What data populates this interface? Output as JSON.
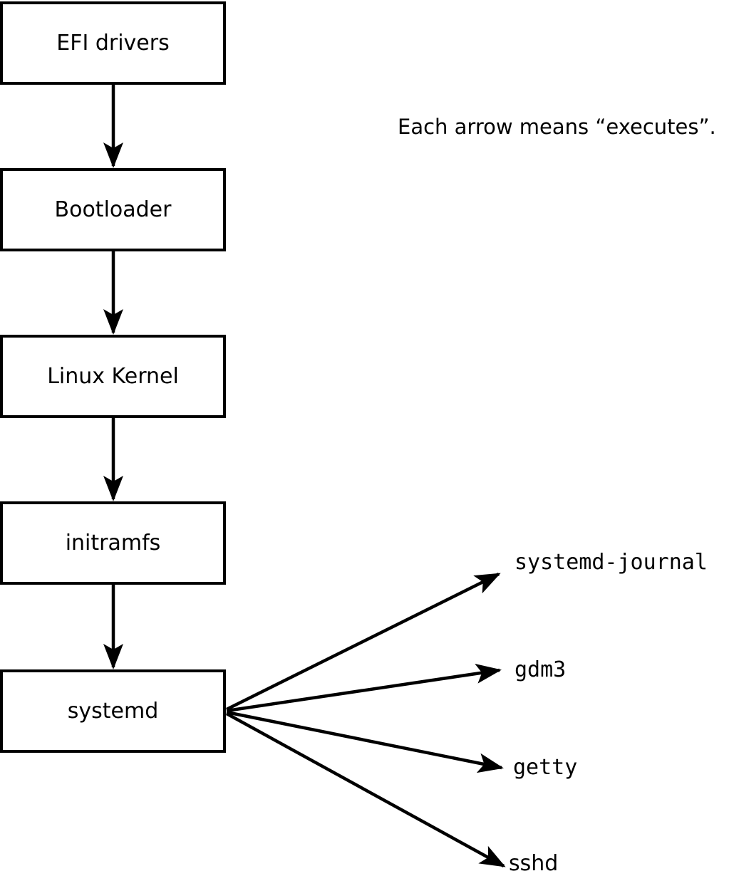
{
  "caption": {
    "text": "Each arrow means “executes”."
  },
  "nodes": [
    {
      "id": "efi-drivers",
      "label": "EFI drivers"
    },
    {
      "id": "bootloader",
      "label": "Bootloader"
    },
    {
      "id": "linux-kernel",
      "label": "Linux Kernel"
    },
    {
      "id": "initramfs",
      "label": "initramfs"
    },
    {
      "id": "systemd",
      "label": "systemd"
    }
  ],
  "leaves": [
    {
      "id": "systemd-journal",
      "label": "systemd-journal"
    },
    {
      "id": "gdm3",
      "label": "gdm3"
    },
    {
      "id": "getty",
      "label": "getty"
    },
    {
      "id": "sshd",
      "label": "sshd"
    }
  ],
  "edges": [
    {
      "from": "EFI drivers",
      "to": "Bootloader",
      "meaning": "executes"
    },
    {
      "from": "Bootloader",
      "to": "Linux Kernel",
      "meaning": "executes"
    },
    {
      "from": "Linux Kernel",
      "to": "initramfs",
      "meaning": "executes"
    },
    {
      "from": "initramfs",
      "to": "systemd",
      "meaning": "executes"
    },
    {
      "from": "systemd",
      "to": "systemd-journal",
      "meaning": "executes"
    },
    {
      "from": "systemd",
      "to": "gdm3",
      "meaning": "executes"
    },
    {
      "from": "systemd",
      "to": "getty",
      "meaning": "executes"
    },
    {
      "from": "systemd",
      "to": "sshd",
      "meaning": "executes"
    }
  ],
  "colors": {
    "foreground": "#000000",
    "background": "#ffffff"
  }
}
